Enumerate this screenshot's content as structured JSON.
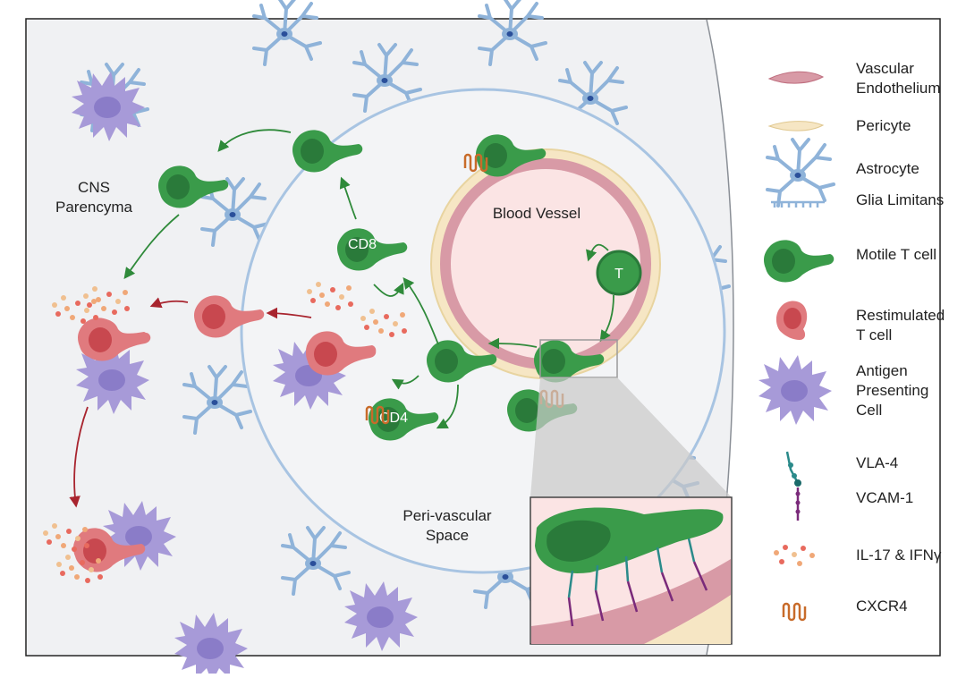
{
  "labels": {
    "cns_parenchyma_line1": "CNS",
    "cns_parenchyma_line2": "Parencyma",
    "blood_vessel": "Blood Vessel",
    "perivascular_line1": "Peri-vascular",
    "perivascular_line2": "Space",
    "cell_cd8": "CD8",
    "cell_cd4": "CD4",
    "cell_t": "T"
  },
  "legend": {
    "items": [
      {
        "id": "vascular-endothelium",
        "icon": "endothelium-icon",
        "lines": [
          "Vascular",
          "Endothelium"
        ]
      },
      {
        "id": "pericyte",
        "icon": "pericyte-icon",
        "lines": [
          "Pericyte"
        ]
      },
      {
        "id": "astrocyte",
        "icon": "astrocyte-icon",
        "lines": [
          "Astrocyte"
        ]
      },
      {
        "id": "glia-limitans",
        "icon": "glia-limitans-icon",
        "lines": [
          "Glia Limitans"
        ]
      },
      {
        "id": "motile-t-cell",
        "icon": "motile-t-cell-icon",
        "lines": [
          "Motile T cell"
        ]
      },
      {
        "id": "restimulated-t-cell",
        "icon": "restimulated-t-cell-icon",
        "lines": [
          "Restimulated",
          "T cell"
        ]
      },
      {
        "id": "antigen-presenting-cell",
        "icon": "apc-icon",
        "lines": [
          "Antigen",
          "Presenting",
          "Cell"
        ]
      },
      {
        "id": "vla-4",
        "icon": "vla4-icon",
        "lines": [
          "VLA-4"
        ]
      },
      {
        "id": "vcam-1",
        "icon": "vcam1-icon",
        "lines": [
          "VCAM-1"
        ]
      },
      {
        "id": "il17-ifng",
        "icon": "cytokine-dots-icon",
        "lines": [
          "IL-17 & IFNγ"
        ]
      },
      {
        "id": "cxcr4",
        "icon": "cxcr4-icon",
        "lines": [
          "CXCR4"
        ]
      }
    ]
  },
  "colors": {
    "background_tissue": "#f0f1f3",
    "astrocyte": "#8fb3d9",
    "astrocyte_nucleus": "#2a4f9a",
    "apc": "#a79ad8",
    "apc_nucleus": "#8a7cc8",
    "t_cell_motile": "#3a9b4a",
    "t_cell_motile_inner": "#2a7a3a",
    "t_cell_restim": "#e07a7e",
    "t_cell_restim_inner": "#c8484f",
    "vessel_fill": "#fbe4e4",
    "endothelium": "#d89aa6",
    "pericyte": "#f6e6c4",
    "arrow_green": "#2f8a3a",
    "arrow_red": "#a8242e",
    "cxcr4": "#c86b2a",
    "vla4": "#2a8a8a",
    "vcam1": "#7a2a7a"
  }
}
